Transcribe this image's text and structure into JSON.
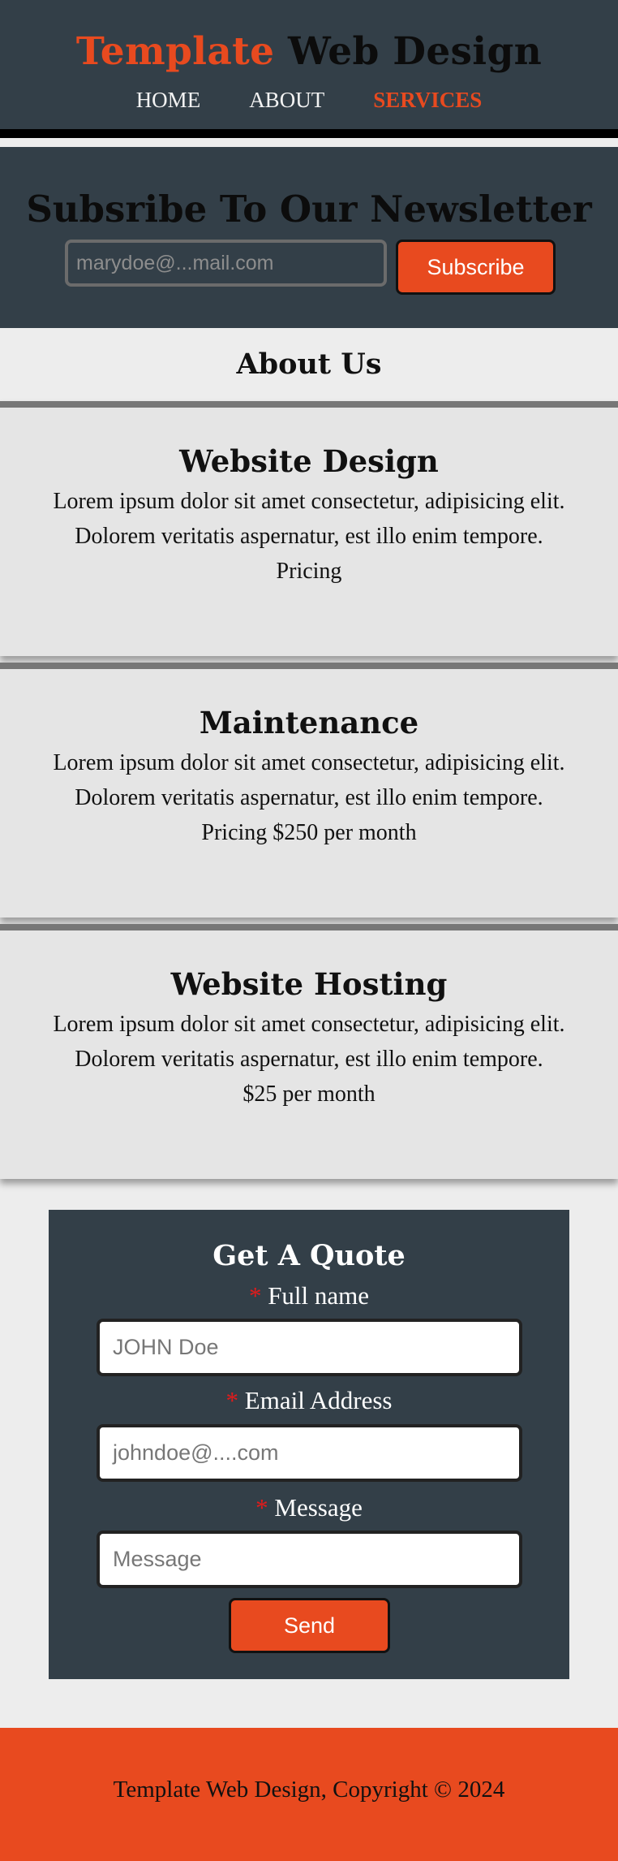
{
  "header": {
    "brand_part1": "Template",
    "brand_part2": "Web Design",
    "nav": [
      {
        "label": "HOME"
      },
      {
        "label": "ABOUT"
      },
      {
        "label": "SERVICES"
      }
    ]
  },
  "newsletter": {
    "title": "Subsribe To Our Newsletter",
    "email_placeholder": "marydoe@...mail.com",
    "button_label": "Subscribe"
  },
  "about": {
    "title": "About Us",
    "cards": [
      {
        "title": "Website Design",
        "text": "Lorem ipsum dolor sit amet consectetur, adipisicing elit. Dolorem veritatis aspernatur, est illo enim tempore.",
        "price": "Pricing"
      },
      {
        "title": "Maintenance",
        "text": "Lorem ipsum dolor sit amet consectetur, adipisicing elit. Dolorem veritatis aspernatur, est illo enim tempore.",
        "price": "Pricing $250 per month"
      },
      {
        "title": "Website Hosting",
        "text": "Lorem ipsum dolor sit amet consectetur, adipisicing elit. Dolorem veritatis aspernatur, est illo enim tempore.",
        "price": "$25 per month"
      }
    ]
  },
  "quote": {
    "title": "Get A Quote",
    "required_mark": "*",
    "fullname_label": "Full name",
    "fullname_placeholder": "JOHN Doe",
    "email_label": "Email Address",
    "email_placeholder": "johndoe@....com",
    "message_label": "Message",
    "message_placeholder": "Message",
    "send_label": "Send"
  },
  "footer": {
    "text": "Template Web Design, Copyright © 2024"
  },
  "colors": {
    "accent": "#e84a1f",
    "dark": "#333f48",
    "background": "#ededed"
  }
}
